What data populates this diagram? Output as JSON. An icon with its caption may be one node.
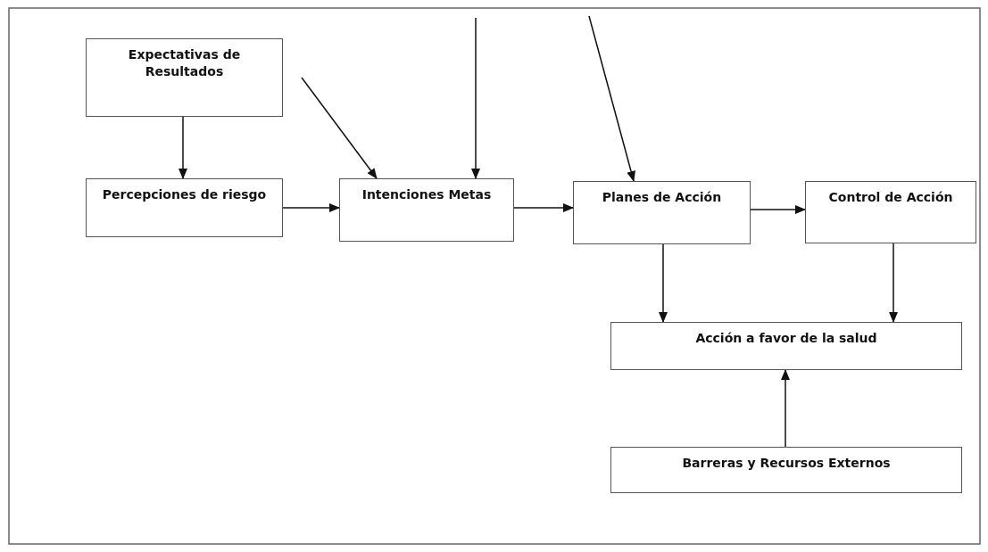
{
  "diagram": {
    "nodes": [
      {
        "text": [
          "Expectativas de Resultados"
        ]
      },
      {
        "text": [
          "Percepciones de riesgo"
        ]
      },
      {
        "text": [
          "Intenciones Metas"
        ]
      },
      {
        "text": [
          "Planes de Acción"
        ]
      },
      {
        "text": [
          "Control de Acción"
        ]
      },
      {
        "text": [
          "Acción a favor de la salud"
        ]
      },
      {
        "text": [
          "Barreras y Recursos Externos"
        ]
      }
    ],
    "edges": [
      {
        "from": null,
        "to": 2,
        "arrow": "to"
      },
      {
        "from": null,
        "to": 3,
        "arrow": "to"
      },
      {
        "from": null,
        "to": 2,
        "arrow": "to"
      },
      {
        "from": 0,
        "to": 1,
        "arrow": "to"
      },
      {
        "from": 1,
        "to": 2,
        "arrow": "to"
      },
      {
        "from": 2,
        "to": 3,
        "arrow": "to"
      },
      {
        "from": 3,
        "to": 4,
        "arrow": "to"
      },
      {
        "from": 3,
        "to": 5,
        "arrow": "to"
      },
      {
        "from": 4,
        "to": 5,
        "arrow": "to"
      },
      {
        "from": 6,
        "to": 5,
        "arrow": "to"
      }
    ]
  }
}
